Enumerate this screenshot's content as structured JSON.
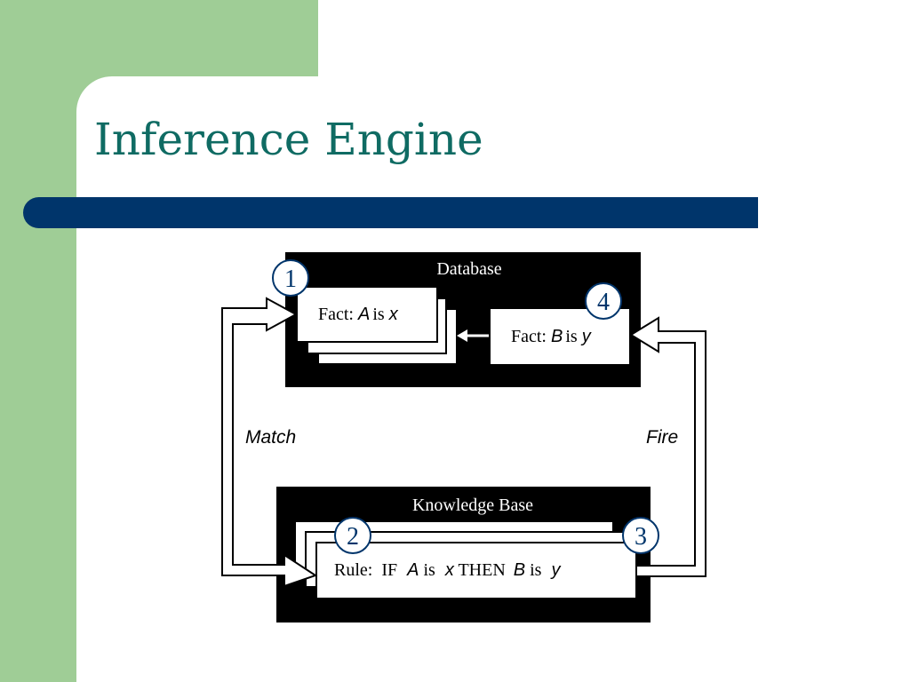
{
  "slide": {
    "title": "Inference Engine"
  },
  "diagram": {
    "database": {
      "label": "Database",
      "fact_a": {
        "prefix": "Fact: ",
        "var": "A",
        "mid": "is ",
        "val": "x"
      },
      "fact_b": {
        "prefix": "Fact: ",
        "var": "B",
        "mid": "is ",
        "val": "y"
      }
    },
    "knowledge_base": {
      "label": "Knowledge Base",
      "rule": {
        "prefix": "Rule:  IF ",
        "var_a": "A",
        "is_1": " is ",
        "val_x": "x",
        "then": " THEN ",
        "var_b": "B",
        "is_2": " is ",
        "val_y": "y"
      }
    },
    "steps": {
      "one": "1",
      "two": "2",
      "three": "3",
      "four": "4"
    },
    "labels": {
      "match": "Match",
      "fire": "Fire"
    },
    "colors": {
      "green_band": "#9fcd96",
      "title_color": "#0f6b63",
      "title_bar": "#00356b",
      "step_number": "#00356b"
    }
  }
}
